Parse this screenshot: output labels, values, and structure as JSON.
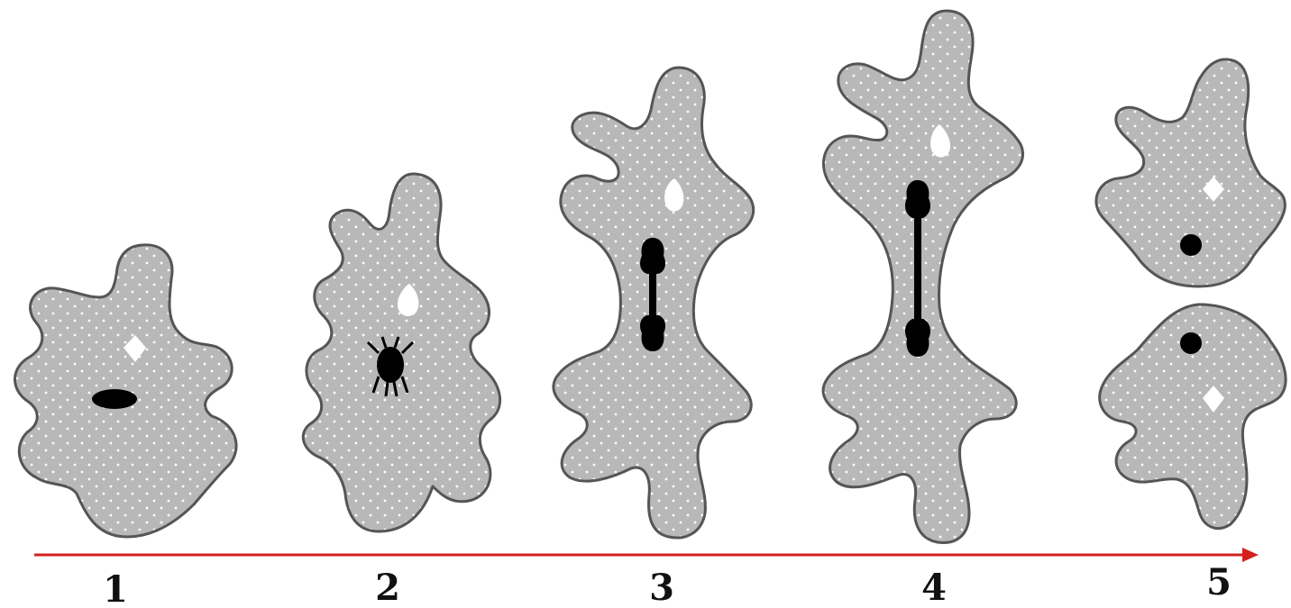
{
  "diagram": {
    "stages": [
      {
        "label": "1",
        "figure": "amoeba-with-oval-nucleus"
      },
      {
        "label": "2",
        "figure": "amoeba-with-condensing-nucleus"
      },
      {
        "label": "3",
        "figure": "amoeba-with-dividing-nucleus"
      },
      {
        "label": "4",
        "figure": "elongated-amoeba-with-stretched-nucleus"
      },
      {
        "label": "5",
        "figure": "two-daughter-amoebas"
      }
    ],
    "colors": {
      "cytoplasm": "#b8b8b8",
      "outline": "#555555",
      "nucleus": "#000000",
      "vacuole": "#ffffff",
      "timeline_arrow": "#d42020"
    }
  }
}
